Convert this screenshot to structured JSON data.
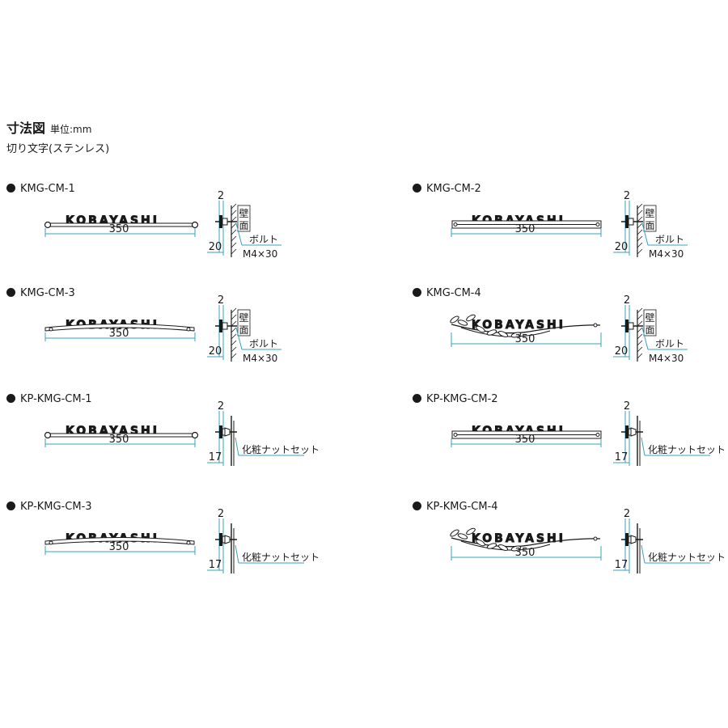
{
  "header": {
    "title": "寸法図",
    "unit": "単位:mm",
    "subtitle": "切り文字(ステンレス)"
  },
  "colors": {
    "dimension": "#3aa0b9",
    "ink": "#1a1a1a",
    "fill": "#ffffff"
  },
  "products": [
    {
      "code": "KMG-CM-1",
      "name_text": "KOBAYASHI",
      "width_label": "350",
      "bar_style": "round-ends",
      "mount": "wall",
      "top_dim": "2",
      "side_dim": "20",
      "wall_label": "壁面",
      "bolt_label": "ボルト",
      "bolt_size": "M4×30"
    },
    {
      "code": "KMG-CM-2",
      "name_text": "KOBAYASHI",
      "width_label": "350",
      "bar_style": "rail",
      "mount": "wall",
      "top_dim": "2",
      "side_dim": "20",
      "wall_label": "壁面",
      "bolt_label": "ボルト",
      "bolt_size": "M4×30"
    },
    {
      "code": "KMG-CM-3",
      "name_text": "KOBAYASHI",
      "width_label": "350",
      "bar_style": "curved",
      "mount": "wall",
      "top_dim": "2",
      "side_dim": "20",
      "wall_label": "壁面",
      "bolt_label": "ボルト",
      "bolt_size": "M4×30"
    },
    {
      "code": "KMG-CM-4",
      "name_text": "KOBAYASHI",
      "width_label": "350",
      "bar_style": "vine",
      "mount": "wall",
      "top_dim": "2",
      "side_dim": "20",
      "wall_label": "壁面",
      "bolt_label": "ボルト",
      "bolt_size": "M4×30"
    },
    {
      "code": "KP-KMG-CM-1",
      "name_text": "KOBAYASHI",
      "width_label": "350",
      "bar_style": "round-ends",
      "mount": "nut",
      "top_dim": "2",
      "side_dim": "17",
      "nut_label": "化粧ナットセット"
    },
    {
      "code": "KP-KMG-CM-2",
      "name_text": "KOBAYASHI",
      "width_label": "350",
      "bar_style": "rail",
      "mount": "nut",
      "top_dim": "2",
      "side_dim": "17",
      "nut_label": "化粧ナットセット"
    },
    {
      "code": "KP-KMG-CM-3",
      "name_text": "KOBAYASHI",
      "width_label": "350",
      "bar_style": "curved",
      "mount": "nut",
      "top_dim": "2",
      "side_dim": "17",
      "nut_label": "化粧ナットセット"
    },
    {
      "code": "KP-KMG-CM-4",
      "name_text": "KOBAYASHI",
      "width_label": "350",
      "bar_style": "vine",
      "mount": "nut",
      "top_dim": "2",
      "side_dim": "17",
      "nut_label": "化粧ナットセット"
    }
  ]
}
